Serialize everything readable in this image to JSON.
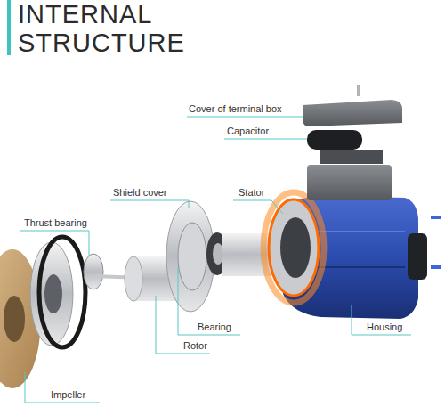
{
  "diagram": {
    "title": "INTERNAL STRUCTURE",
    "labels": [
      "Cover of terminal box",
      "Capacitor",
      "Shield cover",
      "Stator",
      "Thrust bearing",
      "Bearing",
      "Rotor",
      "Housing",
      "Impeller"
    ]
  }
}
